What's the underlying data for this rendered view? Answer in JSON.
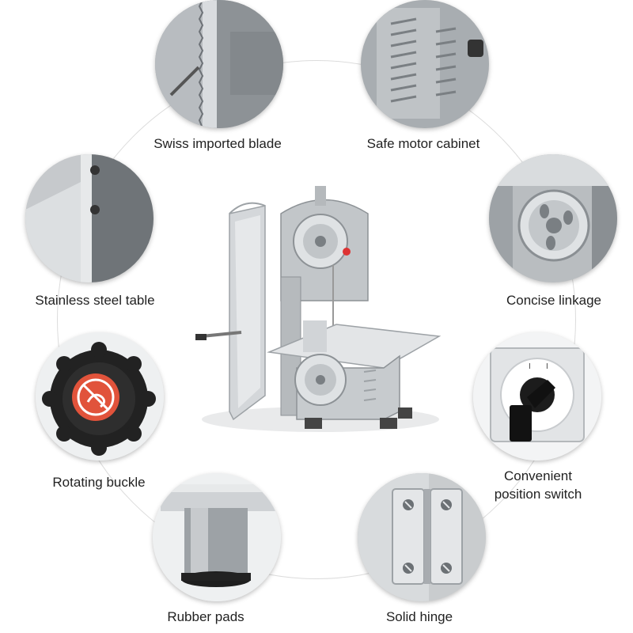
{
  "features": [
    {
      "id": "blade",
      "label": "Swiss imported blade"
    },
    {
      "id": "cabinet",
      "label": "Safe motor cabinet"
    },
    {
      "id": "table",
      "label": "Stainless steel table"
    },
    {
      "id": "linkage",
      "label": "Concise linkage"
    },
    {
      "id": "buckle",
      "label": "Rotating buckle"
    },
    {
      "id": "switch",
      "label_line1": "Convenient",
      "label_line2": "position switch"
    },
    {
      "id": "pads",
      "label": "Rubber pads"
    },
    {
      "id": "hinge",
      "label": "Solid hinge"
    }
  ]
}
